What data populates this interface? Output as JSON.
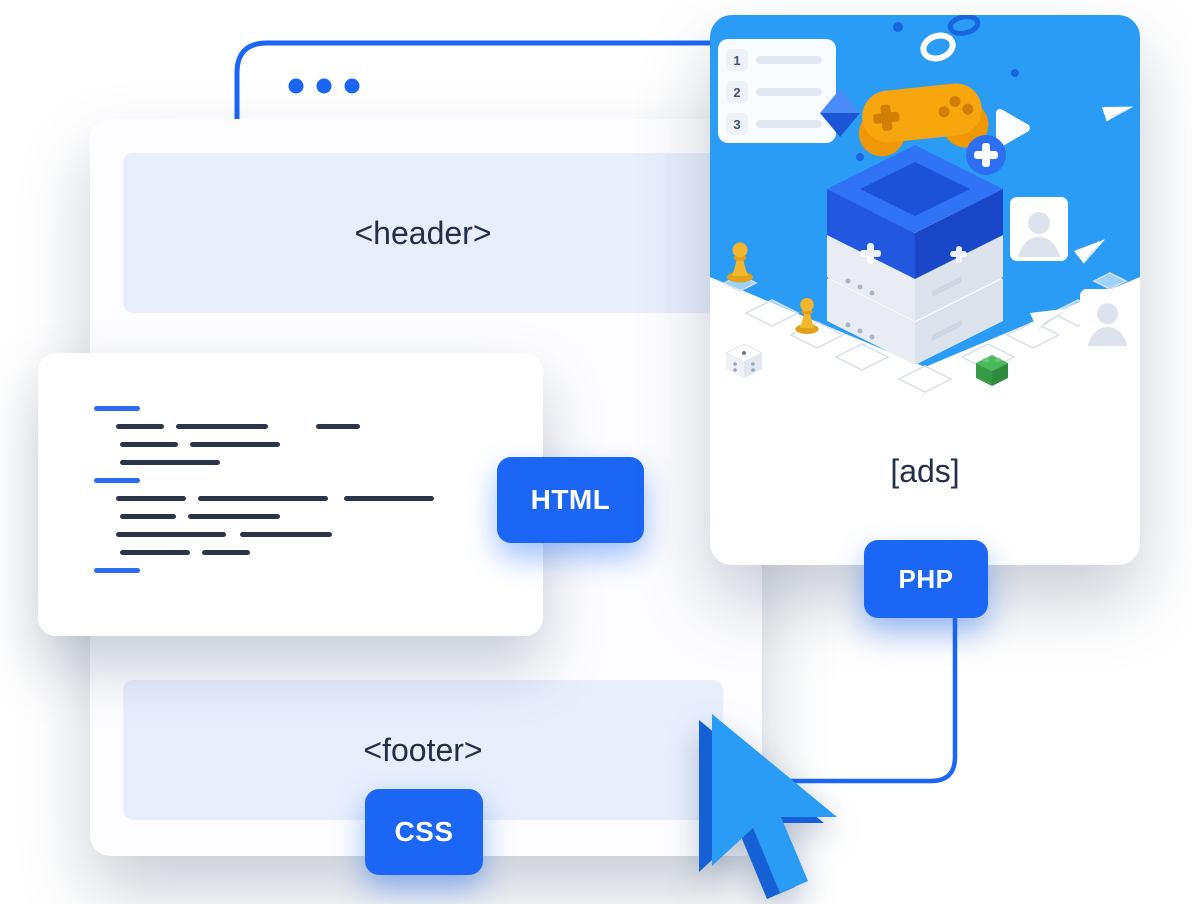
{
  "main_page": {
    "header_label": "<header>",
    "footer_label": "<footer>"
  },
  "badges": {
    "html": "HTML",
    "css": "CSS",
    "php": "PHP"
  },
  "ad_card": {
    "ads_label": "[ads]",
    "list_numbers": [
      "1",
      "2",
      "3"
    ]
  },
  "code_card": {
    "lines": [
      [
        [
          "b",
          0,
          46
        ]
      ],
      [
        [
          "d",
          22,
          48
        ],
        [
          "d",
          12,
          92
        ],
        [
          "d",
          48,
          44
        ]
      ],
      [
        [
          "d",
          26,
          58
        ],
        [
          "d",
          12,
          90
        ]
      ],
      [
        [
          "d",
          26,
          100
        ]
      ],
      [
        [
          "b",
          0,
          46
        ]
      ],
      [
        [
          "d",
          22,
          70
        ],
        [
          "d",
          12,
          130
        ],
        [
          "d",
          16,
          90
        ]
      ],
      [
        [
          "d",
          26,
          56
        ],
        [
          "d",
          12,
          92
        ]
      ],
      [
        [
          "d",
          22,
          110
        ],
        [
          "d",
          14,
          92
        ]
      ],
      [
        [
          "d",
          26,
          70
        ],
        [
          "d",
          12,
          48
        ]
      ],
      [
        [
          "b",
          0,
          46
        ]
      ]
    ]
  },
  "colors": {
    "accent_blue": "#1b66f4",
    "panel_blue": "#e8eefc",
    "text_dark": "#232f48",
    "sky_blue": "#2b9cf6",
    "server_blue": "#2e6ef2",
    "controller_orange": "#f7a60e",
    "pawn_yellow": "#f4b62a",
    "cube_green": "#4cb85c",
    "cursor_blue": "#2b9cf6",
    "cursor_dark": "#1460d4",
    "code_line_dark": "#2c3547",
    "code_line_blue": "#2b6cf0"
  }
}
